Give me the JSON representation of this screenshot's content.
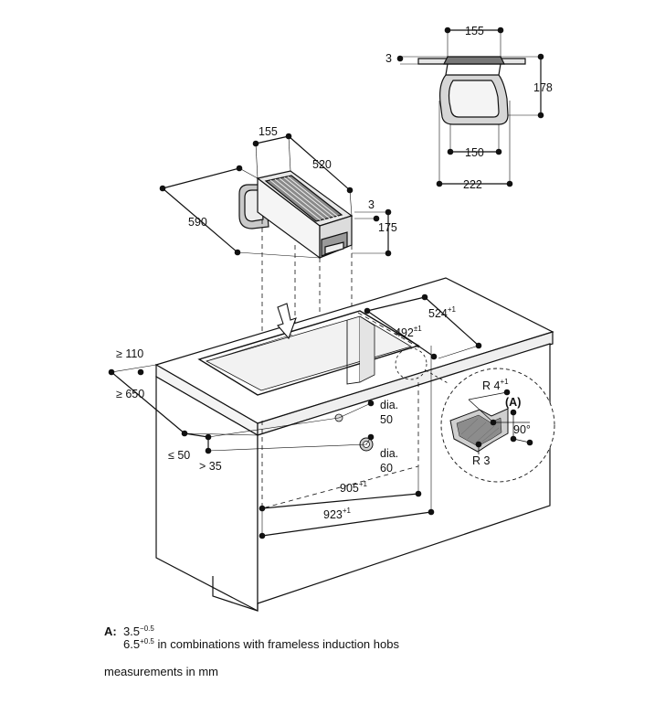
{
  "profile_view": {
    "width_top": "155",
    "thickness": "3",
    "height": "178",
    "width_inner": "150",
    "width_bottom": "222"
  },
  "module_view": {
    "width": "155",
    "length": "520",
    "depth": "590",
    "thickness": "3",
    "height": "175"
  },
  "cabinet": {
    "dim_524": "524",
    "dim_524_tol": "+1",
    "dim_492": "492",
    "dim_492_tol": "±1",
    "dim_110": "≥ 110",
    "dim_650": "≥ 650",
    "dim_50": "≤ 50",
    "dim_35": "> 35",
    "hole1_a": "dia.",
    "hole1_b": "50",
    "hole2_a": "dia.",
    "hole2_b": "60",
    "dim_905": "905",
    "dim_905_tol": "+1",
    "dim_923": "923",
    "dim_923_tol": "+1"
  },
  "detail": {
    "r4": "R 4",
    "r4_tol": "+1",
    "label_a": "(A)",
    "angle": "90°",
    "r3": "R 3"
  },
  "notes": {
    "a_label": "A:",
    "a_line1_value": "3.5",
    "a_line1_tol": "−0.5",
    "a_line2_value": "6.5",
    "a_line2_tol": "+0.5",
    "a_line2_text": " in combinations with frameless induction hobs",
    "units": "measurements in mm"
  }
}
